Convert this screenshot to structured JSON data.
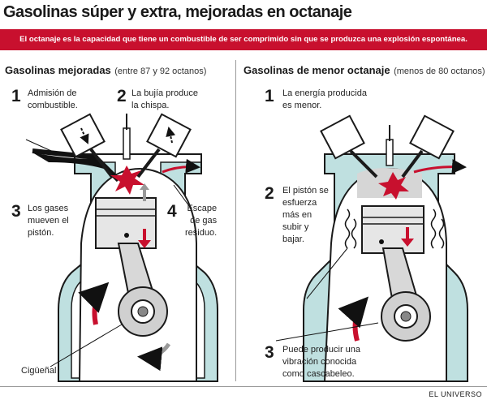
{
  "title": "Gasolinas súper y extra, mejoradas en octanaje",
  "subtitle": "El octanaje es la capacidad que tiene un combustible de ser comprimido sin que se produzca una explosión espontánea.",
  "left": {
    "heading": "Gasolinas mejoradas",
    "range": "(entre 87 y 92 octanos)",
    "steps": [
      {
        "num": "1",
        "text": "Admisión de\ncombustible."
      },
      {
        "num": "2",
        "text": "La bujía produce\nla chispa."
      },
      {
        "num": "3",
        "text": "Los gases\nmueven el\npistón."
      },
      {
        "num": "4",
        "text": "Escape\nde gas\nresiduo."
      }
    ],
    "crankshaft_label": "Cigüeñal"
  },
  "right": {
    "heading": "Gasolinas de menor octanaje",
    "range": "(menos de 80 octanos)",
    "steps": [
      {
        "num": "1",
        "text": "La energía producida\nes menor."
      },
      {
        "num": "2",
        "text": "El pistón se\nesfuerza\nmás en\nsubir y\nbajar."
      },
      {
        "num": "3",
        "text": "Puede producir una\nvibración conocida\ncomo cascabeleo."
      }
    ]
  },
  "credit": "EL UNIVERSO",
  "colors": {
    "accent": "#c8102e",
    "engine_fill": "#bfe0e0",
    "piston": "#e6e6e6"
  }
}
